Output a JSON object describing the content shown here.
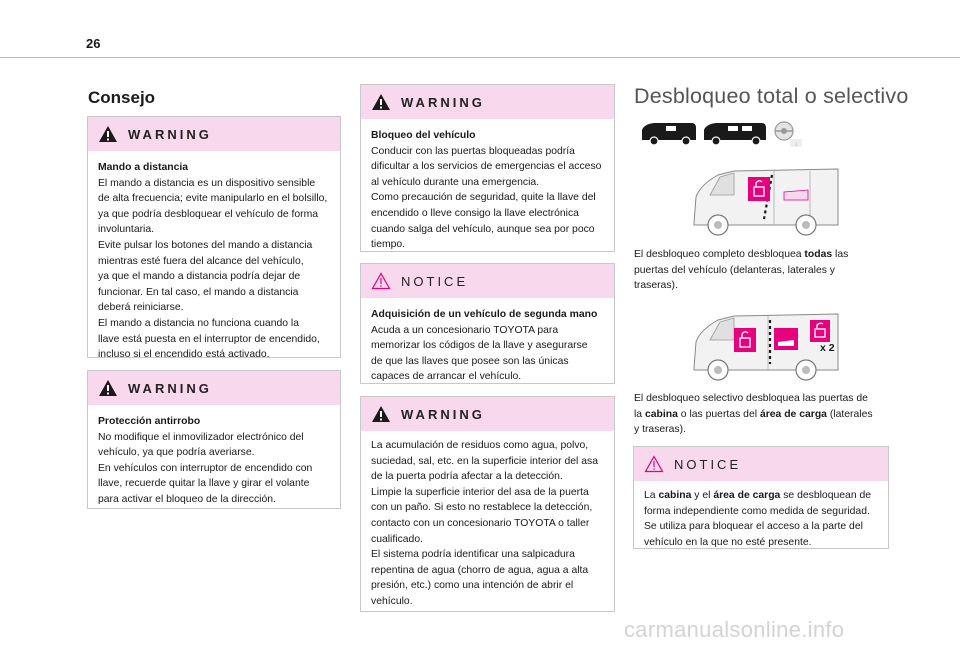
{
  "page": {
    "number": "26"
  },
  "left": {
    "heading": "Consejo",
    "box1": {
      "label": "WARNING",
      "title": "Mando a distancia",
      "lines": [
        "El mando a distancia es un dispositivo sensible",
        "de alta frecuencia; evite manipularlo en el bolsillo,",
        "ya que podría desbloquear el vehículo de forma",
        "involuntaria.",
        "Evite pulsar los botones del mando a distancia",
        "mientras esté fuera del alcance del vehículo,",
        "ya que el mando a distancia podría dejar de",
        "funcionar. En tal caso, el mando a distancia",
        "deberá reiniciarse.",
        "El mando a distancia no funciona cuando la",
        "llave está puesta en el interruptor de encendido,",
        "incluso si el encendido está activado."
      ]
    },
    "box2": {
      "label": "WARNING",
      "title": "Protección antirrobo",
      "lines": [
        "No modifique el inmovilizador electrónico del",
        "vehículo, ya que podría averiarse.",
        "En vehículos con interruptor de encendido con",
        "llave, recuerde quitar la llave y girar el volante",
        "para activar el bloqueo de la dirección."
      ]
    }
  },
  "middle": {
    "box1": {
      "label": "WARNING",
      "title": "Bloqueo del vehículo",
      "lines": [
        "Conducir con las puertas bloqueadas podría",
        "dificultar a los servicios de emergencias el acceso",
        "al vehículo durante una emergencia.",
        "Como precaución de seguridad, quite la llave del",
        "encendido o lleve consigo la llave electrónica",
        "cuando salga del vehículo, aunque sea por poco",
        "tiempo."
      ]
    },
    "box2": {
      "label": "NOTICE",
      "title": "Adquisición de un vehículo de segunda mano",
      "lines": [
        "Acuda a un concesionario TOYOTA para",
        "memorizar los códigos de la llave y asegurarse",
        "de que las llaves que posee son las únicas",
        "capaces de arrancar el vehículo."
      ]
    },
    "box3": {
      "label": "WARNING",
      "lines": [
        "La acumulación de residuos como agua, polvo,",
        "suciedad, sal, etc. en la superficie interior del asa",
        "de la puerta podría afectar a la detección.",
        "Limpie la superficie interior del asa de la puerta",
        "con un paño. Si esto no restablece la detección,",
        "contacto con un concesionario TOYOTA o taller",
        "cualificado.",
        "El sistema podría identificar una salpicadura",
        "repentina de agua (chorro de agua, agua a alta",
        "presión, etc.) como una intención de abrir el",
        "vehículo."
      ]
    }
  },
  "right": {
    "title": "Desbloqueo total o selectivo",
    "para1": {
      "l1a": "El desbloqueo completo desbloquea ",
      "l1b": "todas",
      "l1c": " las",
      "l2": "puertas del vehículo (delanteras, laterales y",
      "l3": "traseras)."
    },
    "figure2_badge": "x 2",
    "para2": {
      "l1": "El desbloqueo selectivo desbloquea las puertas de",
      "l2a": "la ",
      "l2b": "cabina",
      "l2c": " o las puertas del ",
      "l2d": "área de carga",
      "l2e": " (laterales",
      "l3": "y traseras)."
    },
    "notice": {
      "label": "NOTICE",
      "l1a": "La ",
      "l1b": "cabina",
      "l1c": " y el ",
      "l1d": "área de carga",
      "l1e": " se desbloquean de",
      "l2": "forma independiente como medida de seguridad.",
      "l3": "Se utiliza para bloquear el acceso a la parte del",
      "l4": "vehículo en la que no esté presente."
    }
  },
  "watermark": "carmanualsonline.info",
  "colors": {
    "accent_pink": "#e6007e",
    "header_pink": "#f8d8ec",
    "warning_black": "#1a1a1a"
  }
}
